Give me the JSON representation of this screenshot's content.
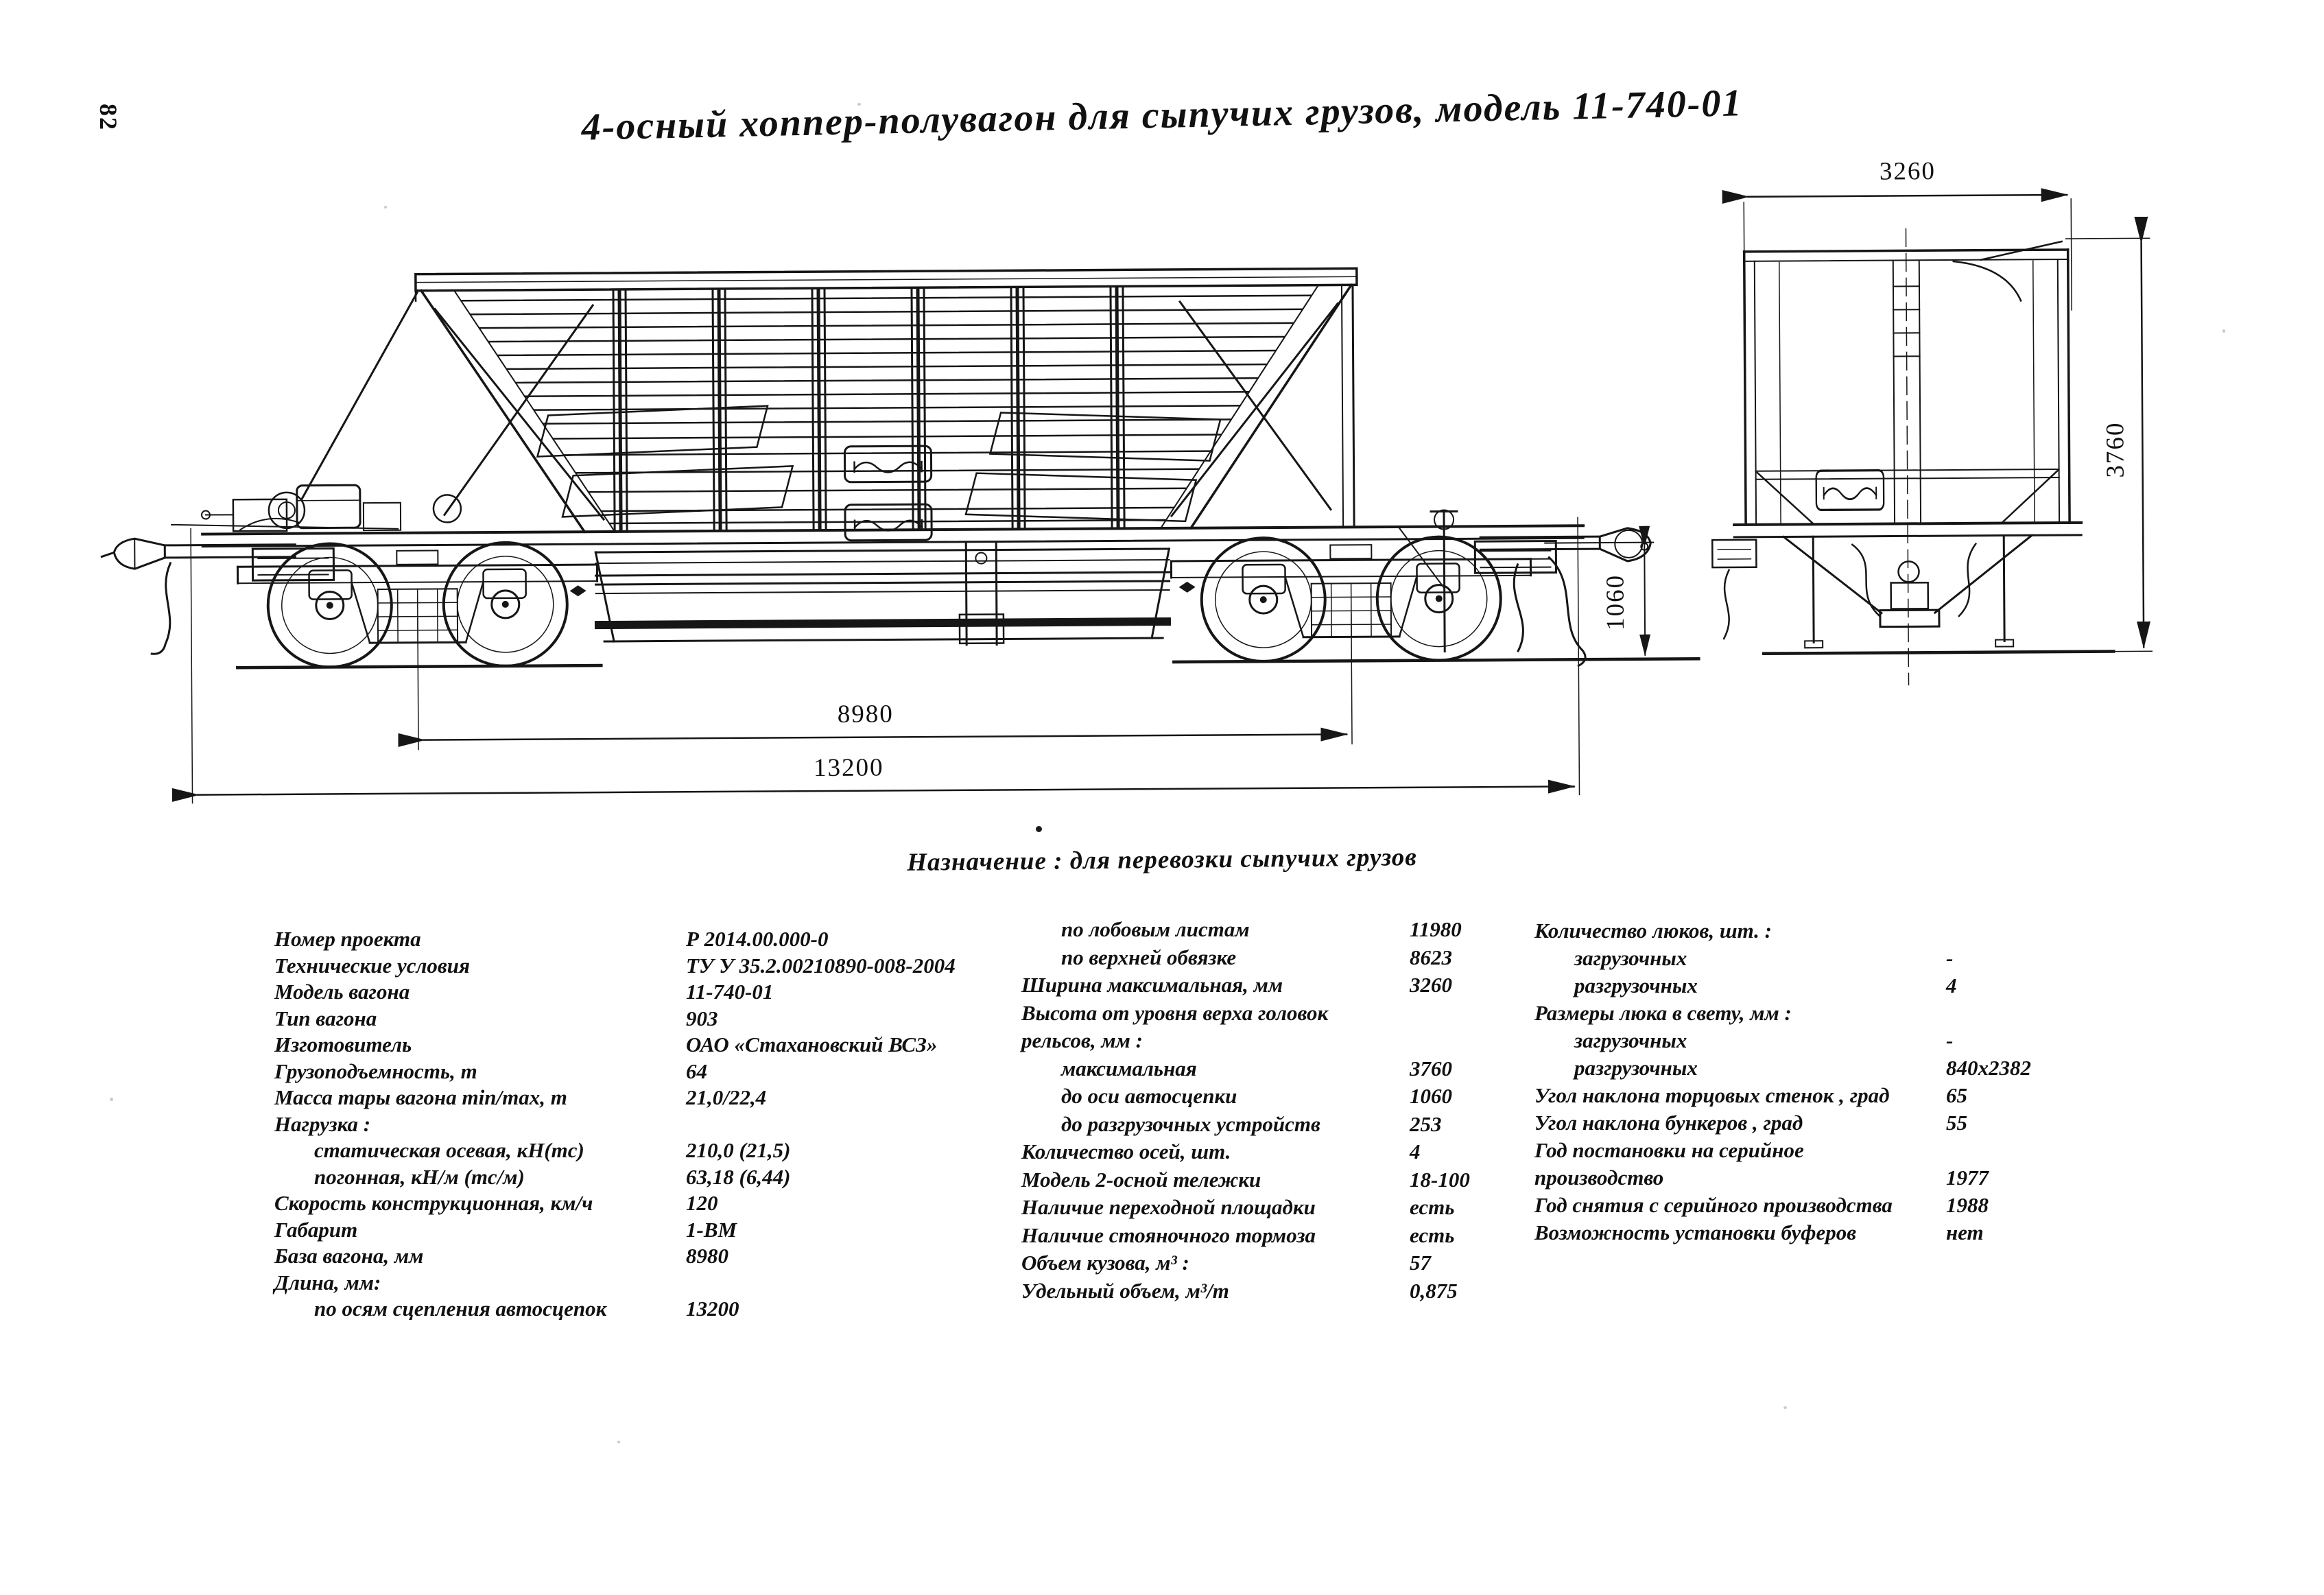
{
  "page_number": "82",
  "title": "4-осный хоппер-полувагон для сыпучих грузов, модель 11-740-01",
  "purpose": "Назначение : для перевозки сыпучих грузов",
  "drawing": {
    "type": "engineering line drawing: side view and end view of 4-axle hopper open car",
    "dimensions": {
      "coupling_length": "13200",
      "base": "8980",
      "coupler_height": "1060",
      "end_width": "3260",
      "end_height": "3760"
    }
  },
  "specs": {
    "columns": [
      {
        "rows": [
          {
            "label": "Номер проекта",
            "value": "Р 2014.00.000-0"
          },
          {
            "label": "Технические условия",
            "value": "ТУ У 35.2.00210890-008-2004"
          },
          {
            "label": "Модель вагона",
            "value": "11-740-01"
          },
          {
            "label": "Тип вагона",
            "value": "903"
          },
          {
            "label": "Изготовитель",
            "value": "ОАО «Стахановский ВСЗ»"
          },
          {
            "label": "Грузоподъемность, т",
            "value": "64"
          },
          {
            "label": "Масса тары вагона min/max, т",
            "value": "21,0/22,4"
          },
          {
            "label": "Нагрузка :",
            "value": ""
          },
          {
            "label": "статическая осевая, кН(тс)",
            "value": "210,0 (21,5)",
            "indent": true
          },
          {
            "label": "погонная, кН/м (тс/м)",
            "value": "63,18 (6,44)",
            "indent": true
          },
          {
            "label": "Скорость конструкционная, км/ч",
            "value": "120"
          },
          {
            "label": "Габарит",
            "value": "1-ВМ"
          },
          {
            "label": "База вагона, мм",
            "value": "8980"
          },
          {
            "label": "Длина, мм:",
            "value": ""
          },
          {
            "label": "по осям сцепления автосцепок",
            "value": "13200",
            "indent": true
          }
        ]
      },
      {
        "rows": [
          {
            "label": "по лобовым листам",
            "value": "11980",
            "indent": true
          },
          {
            "label": "по верхней обвязке",
            "value": "8623",
            "indent": true
          },
          {
            "label": "Ширина максимальная, мм",
            "value": "3260"
          },
          {
            "label": "Высота от уровня верха головок",
            "value": ""
          },
          {
            "label": "рельсов, мм :",
            "value": ""
          },
          {
            "label": "максимальная",
            "value": "3760",
            "indent": true
          },
          {
            "label": "до оси автосцепки",
            "value": "1060",
            "indent": true
          },
          {
            "label": "до разгрузочных устройств",
            "value": "253",
            "indent": true
          },
          {
            "label": "Количество осей, шт.",
            "value": "4"
          },
          {
            "label": "Модель 2-осной тележки",
            "value": "18-100"
          },
          {
            "label": "Наличие переходной площадки",
            "value": "есть"
          },
          {
            "label": "Наличие стояночного тормоза",
            "value": "есть"
          },
          {
            "label": "Объем кузова, м³ :",
            "value": "57"
          },
          {
            "label": "Удельный объем, м³/т",
            "value": "0,875"
          }
        ]
      },
      {
        "rows": [
          {
            "label": "Количество люков, шт. :",
            "value": ""
          },
          {
            "label": "загрузочных",
            "value": "-",
            "indent": true
          },
          {
            "label": "разгрузочных",
            "value": "4",
            "indent": true
          },
          {
            "label": "Размеры люка в свету, мм :",
            "value": ""
          },
          {
            "label": "загрузочных",
            "value": "-",
            "indent": true
          },
          {
            "label": "разгрузочных",
            "value": "840х2382",
            "indent": true
          },
          {
            "label": "Угол наклона торцовых стенок , град",
            "value": "65"
          },
          {
            "label": "Угол наклона бункеров , град",
            "value": "55"
          },
          {
            "label": "Год постановки на серийное",
            "value": ""
          },
          {
            "label": "производство",
            "value": "1977"
          },
          {
            "label": "Год снятия с серийного производства",
            "value": "1988"
          },
          {
            "label": "Возможность установки буферов",
            "value": "нет"
          }
        ]
      }
    ]
  }
}
